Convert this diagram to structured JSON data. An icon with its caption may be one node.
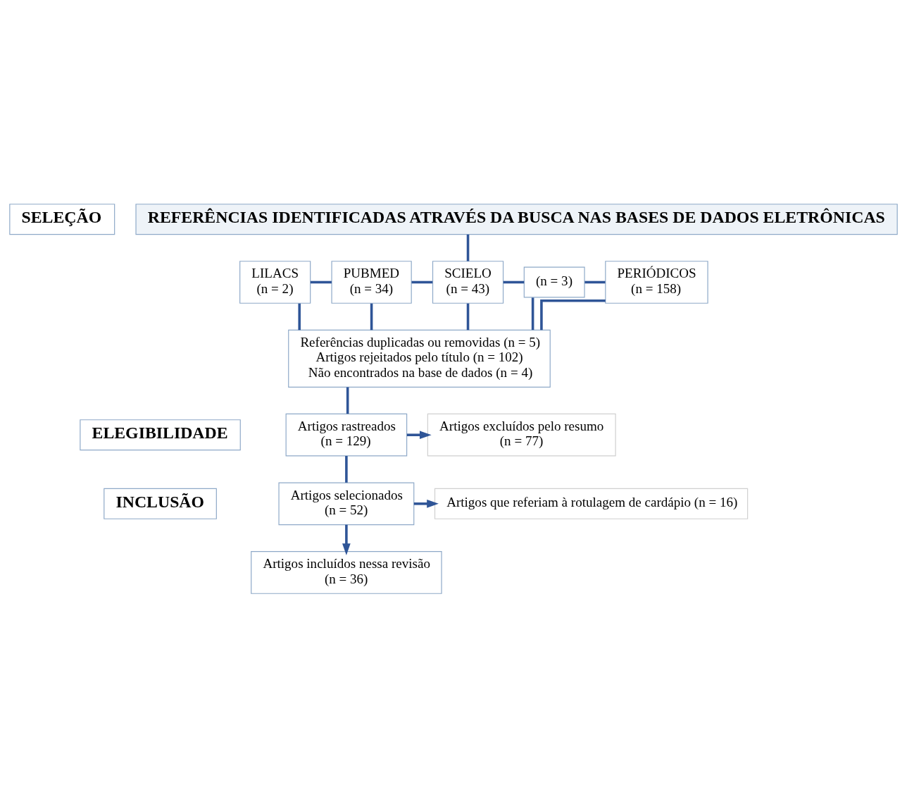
{
  "diagram": {
    "nodes": [
      {
        "text": [
          "SELEÇÃO"
        ]
      },
      {
        "text": [
          "ELEGIBILIDADE"
        ]
      },
      {
        "text": [
          "INCLUSÃO"
        ]
      },
      {
        "text": [
          "REFERÊNCIAS IDENTIFICADAS ATRAVÉS DA BUSCA NAS BASES DE DADOS ELETRÔNICAS"
        ]
      },
      {
        "text": [
          "LILACS",
          "(n = 2)"
        ]
      },
      {
        "text": [
          "PUBMED",
          "(n = 34)"
        ]
      },
      {
        "text": [
          "SCIELO",
          "(n = 43)"
        ]
      },
      {
        "text": [
          "(n = 3)"
        ]
      },
      {
        "text": [
          "PERIÓDICOS",
          "(n = 158)"
        ]
      },
      {
        "text": [
          "Referências duplicadas ou removidas (n = 5)",
          "Artigos rejeitados pelo título (n = 102)",
          "Não encontrados na base de dados (n = 4)"
        ]
      },
      {
        "text": [
          "Artigos rastreados",
          "(n = 129)"
        ]
      },
      {
        "text": [
          "Artigos excluídos pelo resumo",
          "(n = 77)"
        ]
      },
      {
        "text": [
          "Artigos selecionados",
          "(n = 52)"
        ]
      },
      {
        "text": [
          "Artigos que referiam à rotulagem de cardápio (n = 16)"
        ]
      },
      {
        "text": [
          "Artigos incluídos nessa revisão",
          "(n = 36)"
        ]
      }
    ],
    "edges": [
      {
        "from": 3,
        "to": 6,
        "arrow": "none"
      },
      {
        "from": 4,
        "to": 5,
        "arrow": "none"
      },
      {
        "from": 5,
        "to": 6,
        "arrow": "none"
      },
      {
        "from": 6,
        "to": 7,
        "arrow": "none"
      },
      {
        "from": 7,
        "to": 8,
        "arrow": "none"
      },
      {
        "from": 4,
        "to": 9,
        "arrow": "none"
      },
      {
        "from": 5,
        "to": 9,
        "arrow": "none"
      },
      {
        "from": 6,
        "to": 9,
        "arrow": "none"
      },
      {
        "from": 7,
        "to": 9,
        "arrow": "none"
      },
      {
        "from": 8,
        "to": 9,
        "arrow": "none"
      },
      {
        "from": 9,
        "to": 10,
        "arrow": "none"
      },
      {
        "from": 10,
        "to": 11,
        "arrow": "to"
      },
      {
        "from": 10,
        "to": 12,
        "arrow": "none"
      },
      {
        "from": 12,
        "to": 13,
        "arrow": "to"
      },
      {
        "from": 12,
        "to": 14,
        "arrow": "to"
      }
    ]
  }
}
